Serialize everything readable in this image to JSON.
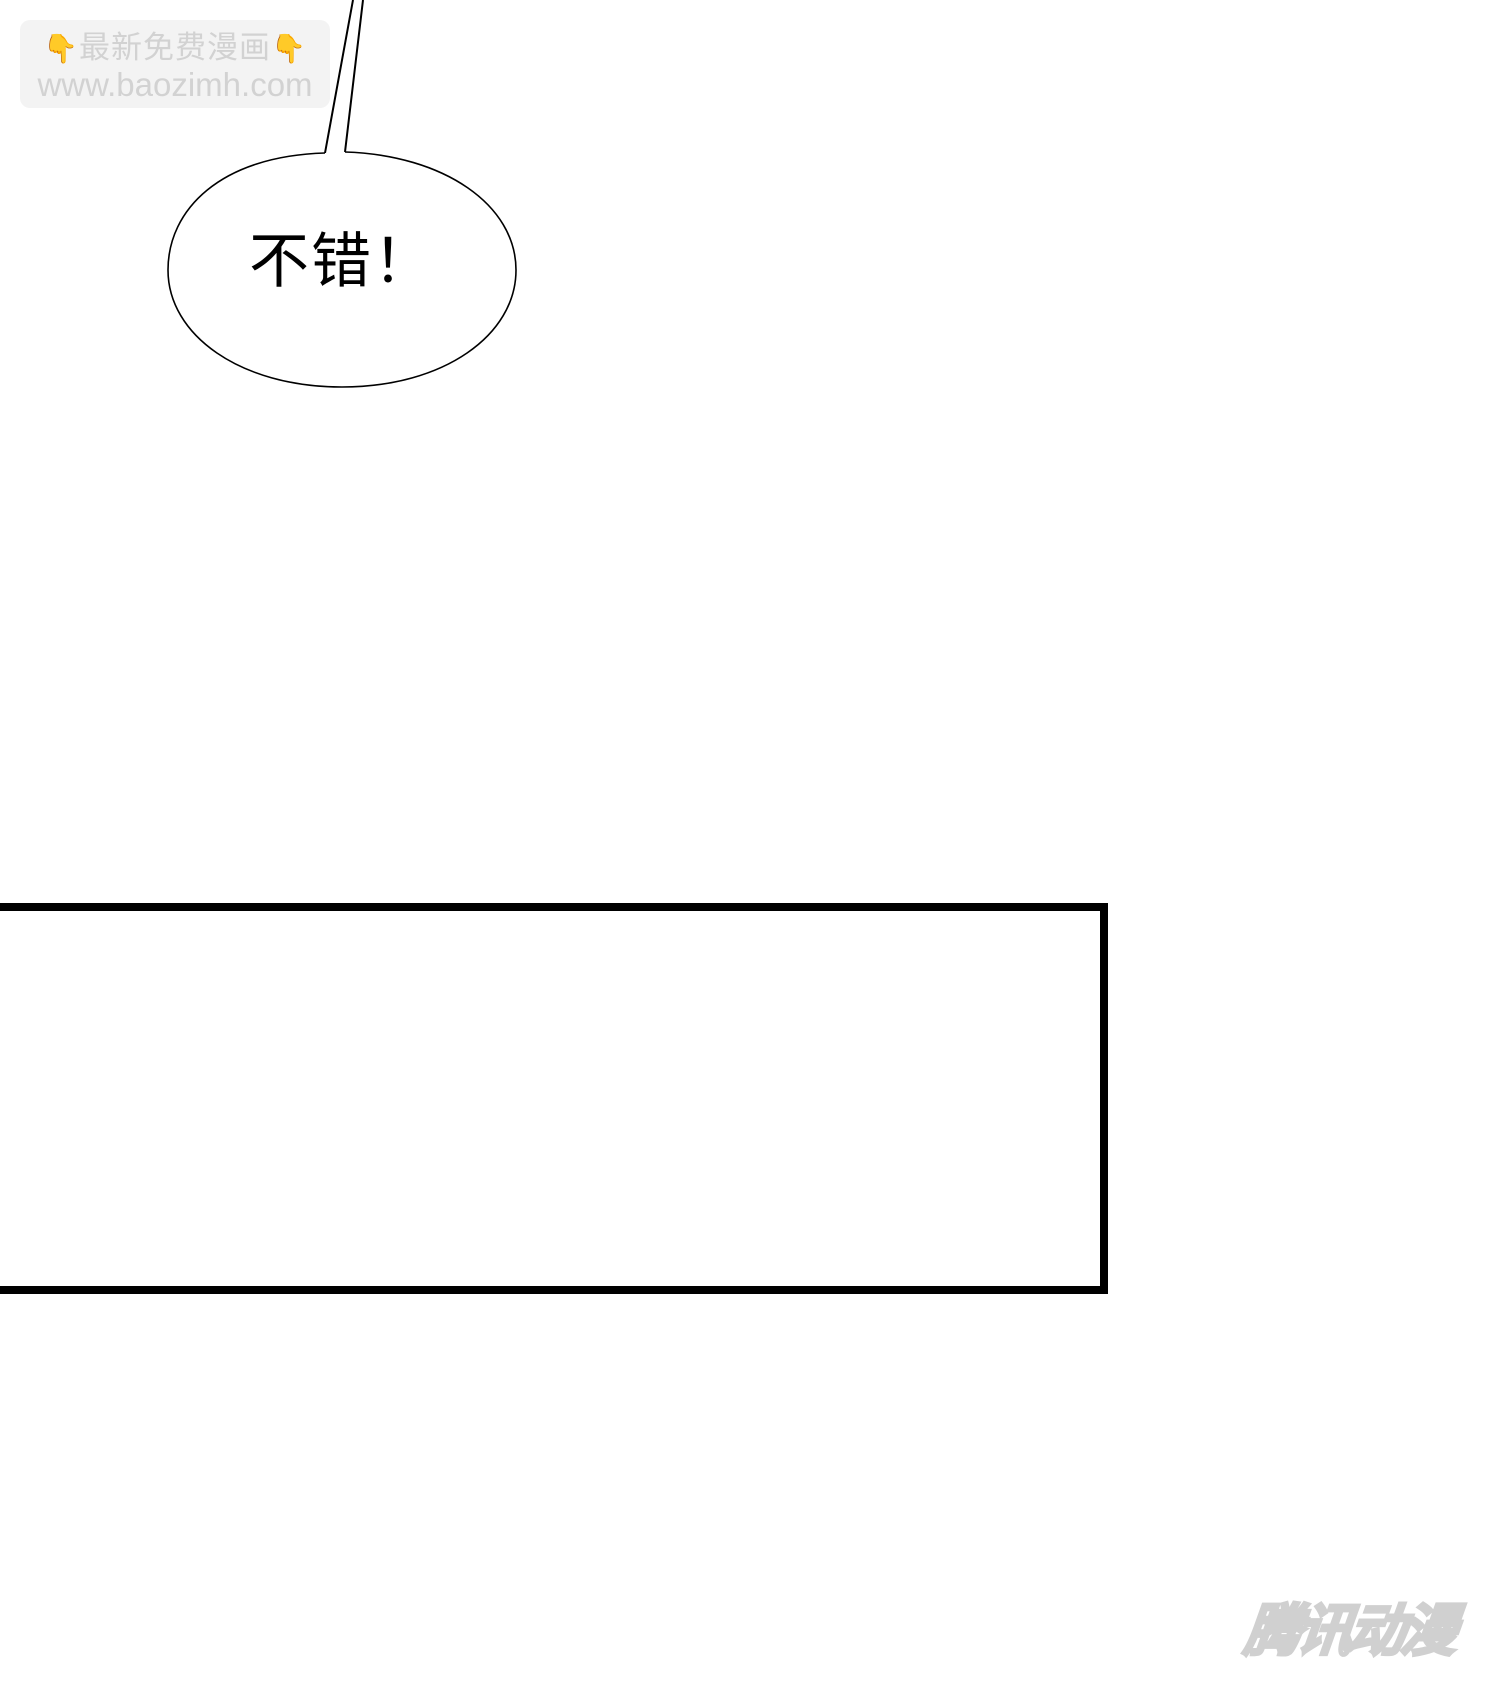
{
  "watermark_top": {
    "line1": "最新免费漫画",
    "hand_icon": "👇",
    "line2": "www.baozimh.com"
  },
  "speech_bubble": {
    "text": "不错！"
  },
  "panel": {
    "description": "empty rectangular comic panel"
  },
  "watermark_bottom": {
    "text": "腾讯动漫"
  },
  "colors": {
    "background": "#ffffff",
    "ink": "#000000",
    "watermark_text": "#d2d2d2",
    "watermark_bg": "#f3f3f3",
    "hand_emoji": "#f5b82e"
  }
}
